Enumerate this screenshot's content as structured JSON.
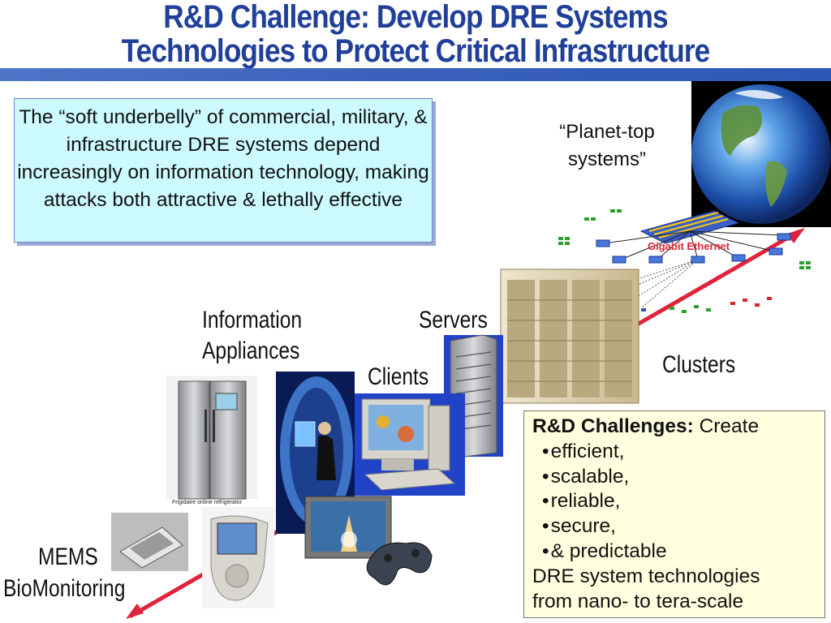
{
  "slide": {
    "title_line1": "R&D Challenge: Develop DRE Systems",
    "title_line2": "Technologies to Protect Critical Infrastructure",
    "quote": "The “soft underbelly” of commercial, military, & infrastructure DRE systems depend increasingly on information technology, making attacks both attractive & lethally effective",
    "labels": {
      "planet_top": "“Planet-top systems”",
      "servers": "Servers",
      "clients": "Clients",
      "information_appliances": "Information Appliances",
      "clusters": "Clusters",
      "mems": "MEMS",
      "biomonitoring": "BioMonitoring",
      "gigabit": "Gigabit Ethernet",
      "fridge_caption": "Frigidaire online refrigerator"
    },
    "challenges": {
      "heading": "R&D Challenges:",
      "heading_rest": " Create",
      "items": [
        "efficient,",
        "scalable,",
        "reliable,",
        "secure,",
        "& predictable"
      ],
      "footer_line1": "DRE system technologies",
      "footer_line2": "from nano- to tera-scale"
    },
    "colors": {
      "title": "#1f3f99",
      "quote_bg": "#ccfaff",
      "challenges_bg": "#ffffe0",
      "arrow": "#e0223a"
    }
  }
}
